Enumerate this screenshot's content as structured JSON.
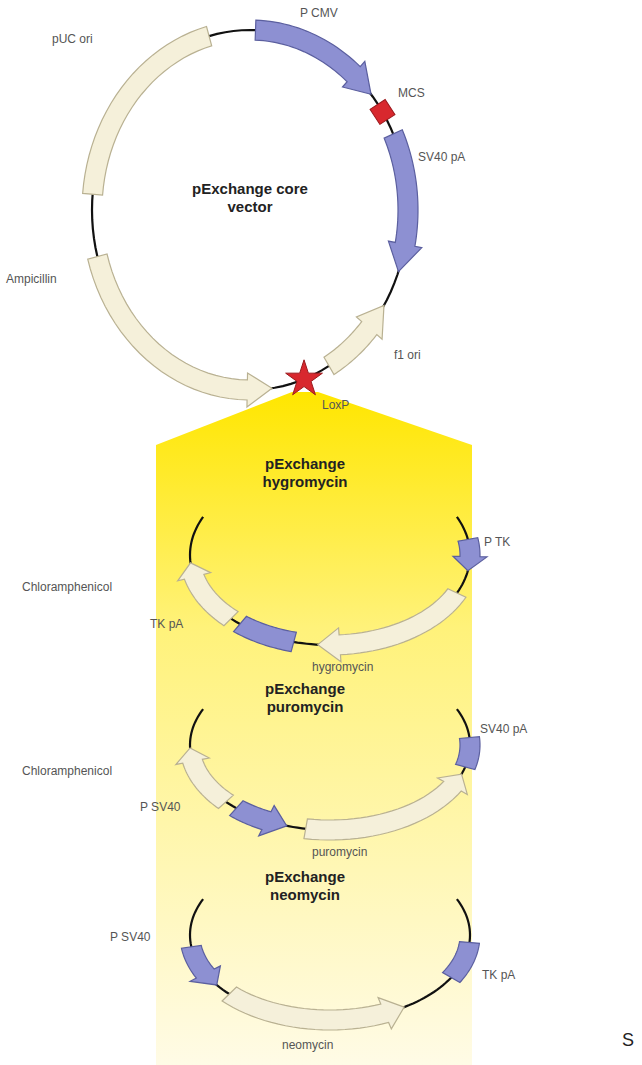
{
  "diagram": {
    "labels": [
      "pUC ori",
      "P CMV",
      "MCS",
      "pExchange core vector",
      "SV40 pA",
      "Ampicillin",
      "f1 ori",
      "LoxP",
      "pExchange hygromycin",
      "P TK",
      "Chloramphenicol",
      "TK pA",
      "hygromycin",
      "pExchange puromycin",
      "SV40 pA",
      "Chloramphenicol",
      "P SV40",
      "puromycin",
      "pExchange neomycin",
      "P SV40",
      "TK pA",
      "neomycin",
      "S"
    ]
  }
}
